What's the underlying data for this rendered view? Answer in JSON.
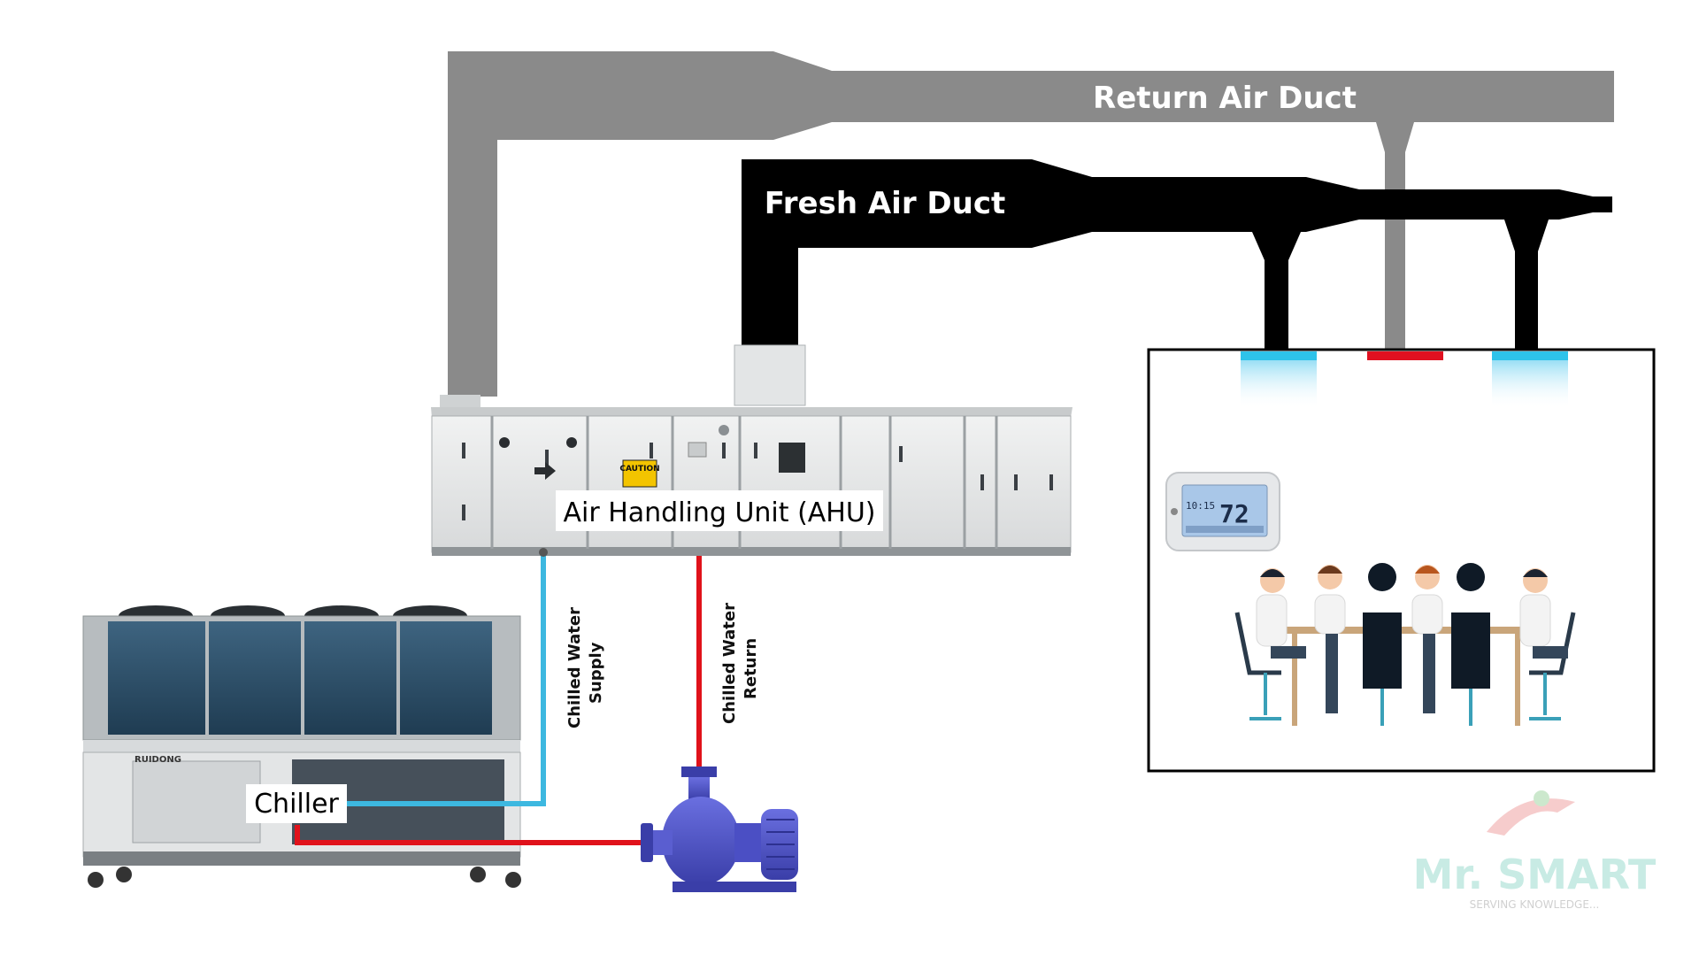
{
  "labels": {
    "return_air_duct": "Return Air Duct",
    "fresh_air_duct": "Fresh Air Duct",
    "ahu": "Air Handling Unit (AHU)",
    "chiller": "Chiller",
    "chilled_water_supply_line1": "Chilled Water",
    "chilled_water_supply_line2": "Supply",
    "chilled_water_return_line1": "Chilled Water",
    "chilled_water_return_line2": "Return"
  },
  "ahu_panel_text": {
    "caution": "CAUTION"
  },
  "chiller_brand": "RUIDONG",
  "thermostat": {
    "time": "10:15",
    "temperature": "72"
  },
  "watermark": {
    "brand": "Mr. SMART",
    "tagline": "SERVING KNOWLEDGE..."
  },
  "colors": {
    "return_duct": "#8a8a8a",
    "fresh_duct": "#000000",
    "supply_pipe": "#3db8e0",
    "return_pipe": "#e0121b",
    "pump": "#4b4fc4",
    "supply_diffuser": "#2ec3ea",
    "return_grille": "#e01020"
  }
}
